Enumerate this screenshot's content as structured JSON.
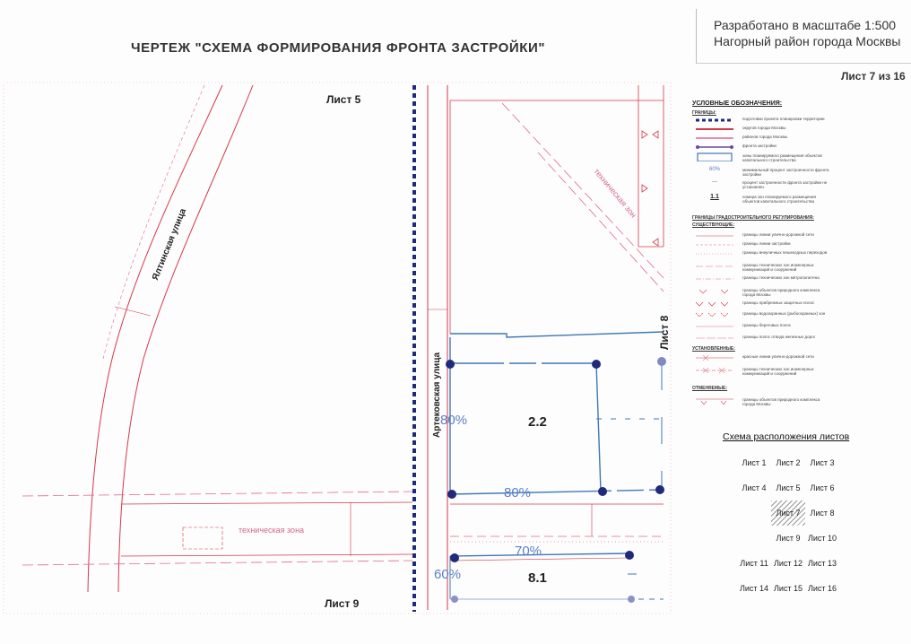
{
  "header": {
    "title": "ЧЕРТЕЖ \"СХЕМА ФОРМИРОВАНИЯ ФРОНТА ЗАСТРОЙКИ\"",
    "scale": "Разработано в масштабе 1:500",
    "district": "Нагорный район города Москвы",
    "sheet": "Лист 7 из 16"
  },
  "map": {
    "sheet_top": "Лист 5",
    "sheet_bottom": "Лист 9",
    "sheet_right": "Лист 8",
    "street_yalta": "Ялтинская улица",
    "street_artek": "Артековская улица",
    "tech_zone_left": "техническая зона",
    "tech_zone_top": "техническая зон",
    "plot_a": "2.2",
    "plot_b": "8.1",
    "pct_80_left": "80%",
    "pct_80_bottom": "80%",
    "pct_70": "70%",
    "pct_60": "60%",
    "colors": {
      "red_line": "#d4394a",
      "pink_dash": "#e06a8c",
      "blue_line": "#3f78b5",
      "navy": "#1f2a7a"
    }
  },
  "legend": {
    "title": "УСЛОВНЫЕ ОБОЗНАЧЕНИЯ:",
    "section_planned": "ГРАНИЦЫ:",
    "section_existing": "ГРАНИЦЫ ГРАДОСТРОИТЕЛЬНОГО РЕГУЛИРОВАНИЯ:",
    "section_existing_sub": "СУЩЕСТВУЮЩИЕ:",
    "section_established": "УСТАНОВЛЕННЫЕ:",
    "section_cancelled": "ОТМЕНЯЕМЫЕ:",
    "items": [
      "подготовки проекта планировки территории",
      "округов города Москвы",
      "районов города Москвы",
      "фронта застройки",
      "зоны планируемого размещения объектов капитального строительства",
      "минимальный процент застроенности фронта застройки",
      "процент застроенности фронта застройки не установлен",
      "номера зон планируемого размещения объектов капитального строительства",
      "границы линии улично-дорожной сети",
      "границы линии застройки",
      "границы внеуличных пешеходных переходов",
      "границы технических зон инженерных коммуникаций и сооружений",
      "границы технических зон метрополитена",
      "границы объектов природного комплекса города Москвы",
      "границы прибрежных защитных полос",
      "границы водоохранных (рыбоохранных) зон",
      "границы береговых полос",
      "границы полос отвода железных дорог",
      "красные линии улично-дорожной сети",
      "границы технических зон инженерных коммуникаций и сооружений",
      "границы объектов природного комплекса города Москвы"
    ],
    "sym_60": "60%",
    "sym_11": "1.1",
    "sym_dash": "—"
  },
  "scheme": {
    "title": "Схема расположения листов",
    "cells": [
      {
        "label": "Лист 1",
        "col": 0,
        "row": 0
      },
      {
        "label": "Лист 2",
        "col": 1,
        "row": 0
      },
      {
        "label": "Лист 3",
        "col": 2,
        "row": 0
      },
      {
        "label": "Лист 4",
        "col": 0,
        "row": 1
      },
      {
        "label": "Лист 5",
        "col": 1,
        "row": 1
      },
      {
        "label": "Лист 6",
        "col": 2,
        "row": 1
      },
      {
        "label": "Лист 7",
        "col": 1,
        "row": 2,
        "current": true
      },
      {
        "label": "Лист 8",
        "col": 2,
        "row": 2
      },
      {
        "label": "Лист 9",
        "col": 1,
        "row": 3
      },
      {
        "label": "Лист 10",
        "col": 2,
        "row": 3
      },
      {
        "label": "Лист 11",
        "col": 0,
        "row": 4
      },
      {
        "label": "Лист 12",
        "col": 1,
        "row": 4
      },
      {
        "label": "Лист 13",
        "col": 2,
        "row": 4
      },
      {
        "label": "Лист 14",
        "col": 0,
        "row": 5
      },
      {
        "label": "Лист 15",
        "col": 1,
        "row": 5
      },
      {
        "label": "Лист 16",
        "col": 2,
        "row": 5
      }
    ]
  }
}
